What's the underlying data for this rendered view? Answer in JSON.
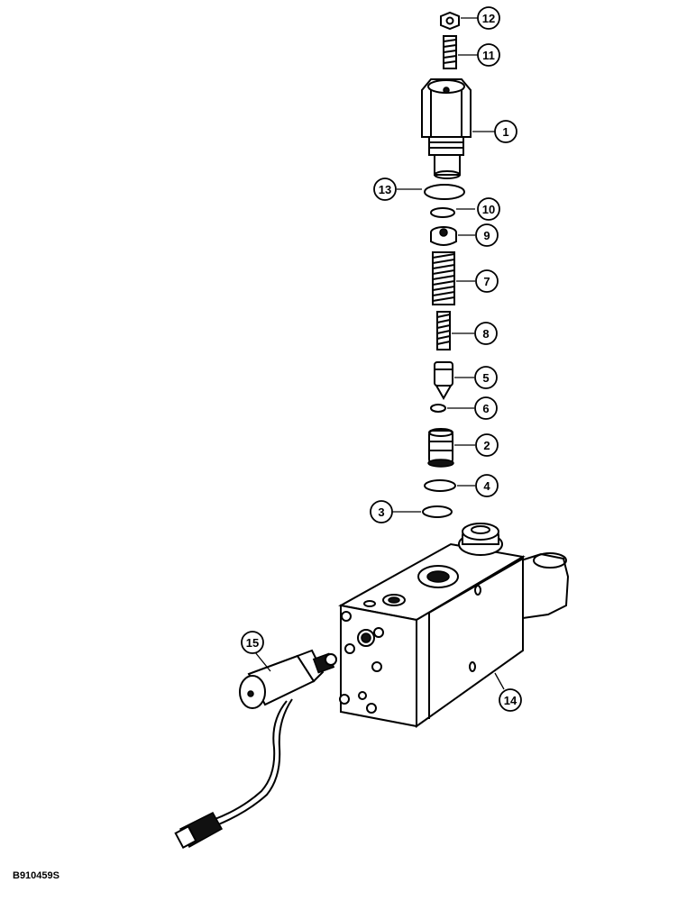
{
  "diagram": {
    "figure_code": "B910459S",
    "callouts": [
      {
        "id": "1",
        "label": "1"
      },
      {
        "id": "2",
        "label": "2"
      },
      {
        "id": "3",
        "label": "3"
      },
      {
        "id": "4",
        "label": "4"
      },
      {
        "id": "5",
        "label": "5"
      },
      {
        "id": "6",
        "label": "6"
      },
      {
        "id": "7",
        "label": "7"
      },
      {
        "id": "8",
        "label": "8"
      },
      {
        "id": "9",
        "label": "9"
      },
      {
        "id": "10",
        "label": "10"
      },
      {
        "id": "11",
        "label": "11"
      },
      {
        "id": "12",
        "label": "12"
      },
      {
        "id": "13",
        "label": "13"
      },
      {
        "id": "14",
        "label": "14"
      },
      {
        "id": "15",
        "label": "15"
      }
    ]
  },
  "colors": {
    "line": "#000000",
    "background": "#ffffff"
  }
}
